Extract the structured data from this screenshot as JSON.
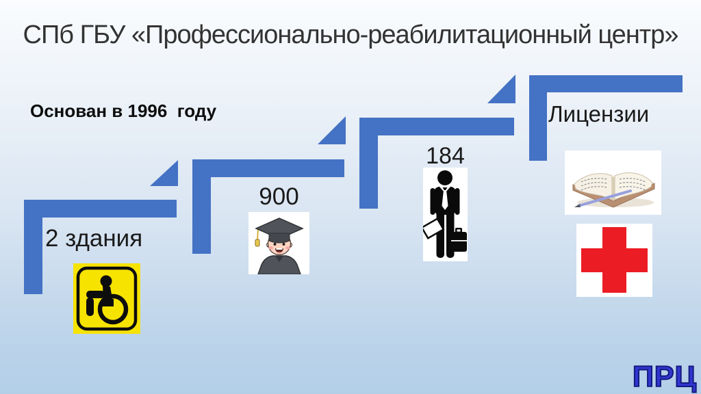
{
  "slide": {
    "title": "СПб ГБУ «Профессионально-реабилитационный центр»",
    "founded_text": "Основан в 1996  году",
    "logo_text": "ПРЦ"
  },
  "steps": [
    {
      "label": "2 здания",
      "icons": [
        "wheelchair-accessibility-sign"
      ]
    },
    {
      "label": "900",
      "icons": [
        "graduate-student"
      ]
    },
    {
      "label": "184",
      "icons": [
        "businessman-with-briefcase"
      ]
    },
    {
      "label": "Лицензии",
      "icons": [
        "open-book-with-pen",
        "red-cross"
      ]
    }
  ],
  "diagram": {
    "type": "ascending-staircase",
    "step_count": 4,
    "direction": "up-left-to-right"
  },
  "colors": {
    "step_blue": "#4472c4",
    "sign_yellow": "#f6e300",
    "cross_red": "#ec1c24",
    "logo_blue": "#3136d0",
    "bg_top": "#fafcfe",
    "bg_bottom": "#b3cfe8"
  }
}
